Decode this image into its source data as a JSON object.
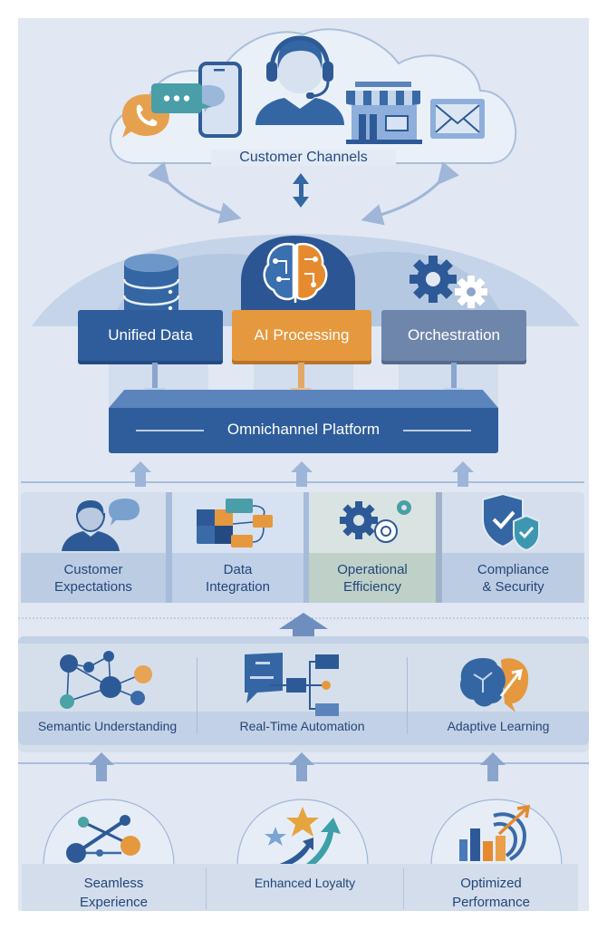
{
  "colors": {
    "background": "#e1e8f3",
    "primary_blue": "#2d5a97",
    "dark_blue": "#234a82",
    "orange": "#e5983d",
    "slate": "#6f86ab",
    "teal": "#4a9ea8",
    "text": "#274a7d"
  },
  "channels": {
    "title": "Customer Channels",
    "icons": [
      "phone-chat-icon",
      "chat-bubble-icon",
      "smartphone-icon",
      "support-agent-headset-icon",
      "storefront-icon",
      "email-envelope-icon"
    ]
  },
  "core": {
    "blocks": [
      {
        "label": "Unified Data",
        "icon": "database-icon"
      },
      {
        "label": "AI Processing",
        "icon": "ai-brain-icon"
      },
      {
        "label": "Orchestration",
        "icon": "gears-icon"
      }
    ],
    "platform_label": "Omnichannel Platform"
  },
  "drivers": {
    "items": [
      {
        "label_line1": "Customer",
        "label_line2": "Expectations",
        "icon": "customer-chat-icon"
      },
      {
        "label_line1": "Data",
        "label_line2": "Integration",
        "icon": "data-integration-icon"
      },
      {
        "label_line1": "Operational",
        "label_line2": "Efficiency",
        "icon": "gears-icon"
      },
      {
        "label_line1": "Compliance",
        "label_line2": "& Security",
        "icon": "security-shield-icon"
      }
    ]
  },
  "capabilities": {
    "items": [
      {
        "label": "Semantic Understanding",
        "icon": "network-graph-icon"
      },
      {
        "label": "Real-Time Automation",
        "icon": "workflow-icon"
      },
      {
        "label": "Adaptive Learning",
        "icon": "learning-brain-icon"
      }
    ]
  },
  "outcomes": {
    "items": [
      {
        "label_line1": "Seamless",
        "label_line2": "Experience",
        "icon": "connected-nodes-icon"
      },
      {
        "label_line1": "Enhanced Loyalty",
        "label_line2": "",
        "icon": "stars-growth-icon"
      },
      {
        "label_line1": "Optimized",
        "label_line2": "Performance",
        "icon": "performance-chart-icon"
      }
    ]
  }
}
